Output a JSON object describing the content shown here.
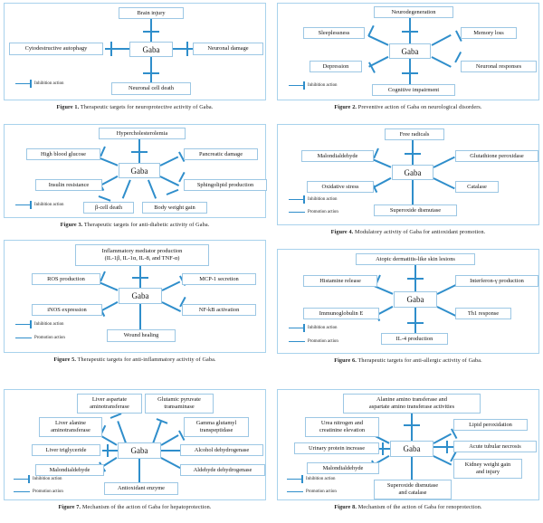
{
  "document": {
    "type": "scientific-figure-grid",
    "accent_blue": "#2f8ecb",
    "box_border": "#9cc7e4",
    "panel_border": "#a8d2ec",
    "background": "#ffffff"
  },
  "legend_labels": {
    "inhibition": "Inhibition action",
    "promotion": "Promotion action"
  },
  "figures": [
    {
      "id": "fig1",
      "caption_prefix": "Figure 1.",
      "caption_text": "Therapeutic targets for neuroprotective activity of Gaba.",
      "hub": "Gaba",
      "legends": [
        "Inhibition action"
      ],
      "nodes": [
        {
          "label": "Brain injury",
          "relation": "inhibition",
          "position": "top"
        },
        {
          "label": "Cytodestructive autophagy",
          "relation": "inhibition",
          "position": "left"
        },
        {
          "label": "Neuronal damage",
          "relation": "inhibition",
          "position": "right"
        },
        {
          "label": "Neuronal cell death",
          "relation": "inhibition",
          "position": "bottom"
        }
      ]
    },
    {
      "id": "fig2",
      "caption_prefix": "Figure 2.",
      "caption_text": "Preventive action of Gaba on neurological disorders.",
      "hub": "Gaba",
      "legends": [
        "Inhibition action"
      ],
      "nodes": [
        {
          "label": "Neurodegeneration",
          "relation": "inhibition",
          "position": "top"
        },
        {
          "label": "Sleeplessness",
          "relation": "inhibition",
          "position": "upper-left"
        },
        {
          "label": "Memory loss",
          "relation": "inhibition",
          "position": "upper-right"
        },
        {
          "label": "Depression",
          "relation": "inhibition",
          "position": "lower-left"
        },
        {
          "label": "Neuronal responses",
          "relation": "inhibition",
          "position": "lower-right"
        },
        {
          "label": "Cognitive impairment",
          "relation": "inhibition",
          "position": "bottom"
        }
      ]
    },
    {
      "id": "fig3",
      "caption_prefix": "Figure 3.",
      "caption_text": "Therapeutic targets for anti-diabetic activity of Gaba.",
      "hub": "Gaba",
      "legends": [
        "Inhibition action"
      ],
      "nodes": [
        {
          "label": "Hypercholesterolemia",
          "relation": "inhibition",
          "position": "top"
        },
        {
          "label": "High blood glucose",
          "relation": "inhibition",
          "position": "upper-left"
        },
        {
          "label": "Pancreatic damage",
          "relation": "inhibition",
          "position": "upper-right"
        },
        {
          "label": "Insulin resistance",
          "relation": "inhibition",
          "position": "lower-left"
        },
        {
          "label": "Sphingolipid production",
          "relation": "inhibition",
          "position": "lower-right"
        },
        {
          "label": "β-cell death",
          "relation": "inhibition",
          "position": "bottom-left"
        },
        {
          "label": "Body weight gain",
          "relation": "inhibition",
          "position": "bottom-right"
        }
      ]
    },
    {
      "id": "fig4",
      "caption_prefix": "Figure 4.",
      "caption_text": "Modulatory activity of Gaba for antioxidant promotion.",
      "hub": "Gaba",
      "legends": [
        "Inhibition action",
        "Promotion action"
      ],
      "nodes": [
        {
          "label": "Free radicals",
          "relation": "inhibition",
          "position": "top"
        },
        {
          "label": "Malondialdehyde",
          "relation": "inhibition",
          "position": "upper-left"
        },
        {
          "label": "Glutathione peroxidase",
          "relation": "promotion",
          "position": "upper-right"
        },
        {
          "label": "Oxidative stress",
          "relation": "inhibition",
          "position": "lower-left"
        },
        {
          "label": "Catalase",
          "relation": "promotion",
          "position": "lower-right"
        },
        {
          "label": "Superoxide dismutase",
          "relation": "promotion",
          "position": "bottom"
        }
      ]
    },
    {
      "id": "fig5",
      "caption_prefix": "Figure 5.",
      "caption_text": "Therapeutic targets for anti-inflammatory activity of Gaba.",
      "hub": "Gaba",
      "legends": [
        "Inhibition action",
        "Promotion action"
      ],
      "nodes": [
        {
          "label": "Inflammatory mediator production\n(IL-1β, IL-1α, IL-8, and TNF-α)",
          "relation": "inhibition",
          "position": "top"
        },
        {
          "label": "ROS production",
          "relation": "inhibition",
          "position": "upper-left"
        },
        {
          "label": "MCP-1 secretion",
          "relation": "inhibition",
          "position": "upper-right"
        },
        {
          "label": "iNOS expression",
          "relation": "inhibition",
          "position": "lower-left"
        },
        {
          "label": "NF-kB activation",
          "relation": "inhibition",
          "position": "lower-right"
        },
        {
          "label": "Wound healing",
          "relation": "promotion",
          "position": "bottom"
        }
      ]
    },
    {
      "id": "fig6",
      "caption_prefix": "Figure 6.",
      "caption_text": "Therapeutic targets for anti-allergic activity of Gaba.",
      "hub": "Gaba",
      "legends": [
        "Inhibition action",
        "Promotion action"
      ],
      "nodes": [
        {
          "label": "Atopic dermatitis-like skin lesions",
          "relation": "inhibition",
          "position": "top"
        },
        {
          "label": "Histamine release",
          "relation": "inhibition",
          "position": "upper-left"
        },
        {
          "label": "Interferon-γ production",
          "relation": "promotion",
          "position": "upper-right"
        },
        {
          "label": "Immunoglobulin E",
          "relation": "inhibition",
          "position": "lower-left"
        },
        {
          "label": "Th1 response",
          "relation": "promotion",
          "position": "lower-right"
        },
        {
          "label": "IL-4 production",
          "relation": "inhibition",
          "position": "bottom"
        }
      ]
    },
    {
      "id": "fig7",
      "caption_prefix": "Figure 7.",
      "caption_text": "Mechanism of the action of Gaba for hepatoprotection.",
      "hub": "Gaba",
      "legends": [
        "Inhibition action",
        "Promotion action"
      ],
      "nodes": [
        {
          "label": "Liver aspartate\naminotransferase",
          "relation": "inhibition",
          "position": "top-left"
        },
        {
          "label": "Glutamic pyruvate\ntransaminase",
          "relation": "inhibition",
          "position": "top-right"
        },
        {
          "label": "Liver alanine\naminotransferase",
          "relation": "inhibition",
          "position": "upper-left"
        },
        {
          "label": "Gamma glutamyl\ntranspeptidase",
          "relation": "inhibition",
          "position": "upper-right"
        },
        {
          "label": "Liver triglyceride",
          "relation": "inhibition",
          "position": "left"
        },
        {
          "label": "Alcohol dehydrogenase",
          "relation": "promotion",
          "position": "right"
        },
        {
          "label": "Malondialdehyde",
          "relation": "inhibition",
          "position": "lower-left"
        },
        {
          "label": "Aldehyde dehydrogenase",
          "relation": "promotion",
          "position": "lower-right"
        },
        {
          "label": "Antioxidant enzyme",
          "relation": "promotion",
          "position": "bottom"
        }
      ]
    },
    {
      "id": "fig8",
      "caption_prefix": "Figure 8.",
      "caption_text": "Mechanism of the action of Gaba for renoprotection.",
      "hub": "Gaba",
      "legends": [
        "Inhibition action",
        "Promotion action"
      ],
      "nodes": [
        {
          "label": "Alanine amino transferase and\naspartate amino transferase activities",
          "relation": "inhibition",
          "position": "top"
        },
        {
          "label": "Urea nitrogen and\ncreatinine elevation",
          "relation": "inhibition",
          "position": "upper-left"
        },
        {
          "label": "Lipid peroxidation",
          "relation": "inhibition",
          "position": "upper-right"
        },
        {
          "label": "Urinary protein increase",
          "relation": "inhibition",
          "position": "left"
        },
        {
          "label": "Acute tubular necrosis",
          "relation": "inhibition",
          "position": "right"
        },
        {
          "label": "Malondialdehyde",
          "relation": "inhibition",
          "position": "lower-left"
        },
        {
          "label": "Kidney weight gain\nand injury",
          "relation": "inhibition",
          "position": "lower-right"
        },
        {
          "label": "Superoxide dismutase\nand catalase",
          "relation": "promotion",
          "position": "bottom"
        }
      ]
    }
  ]
}
